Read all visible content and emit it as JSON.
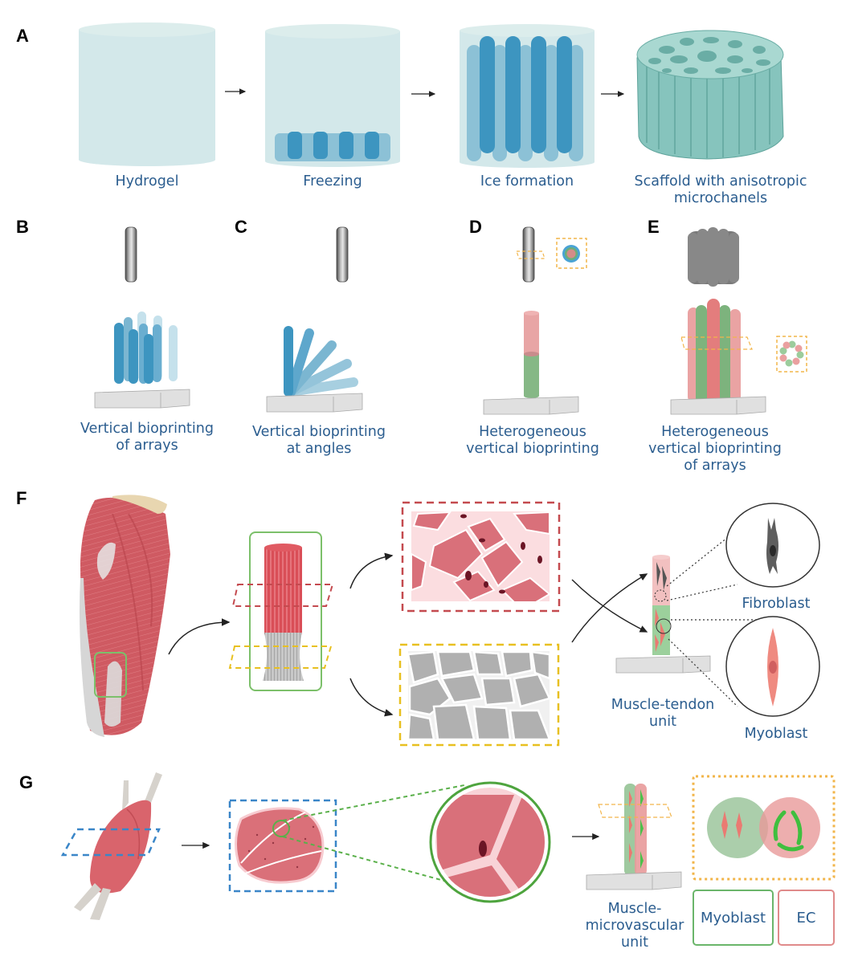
{
  "panels": {
    "A": {
      "letter": "A",
      "steps": [
        {
          "label": "Hydrogel"
        },
        {
          "label": "Freezing"
        },
        {
          "label": "Ice formation"
        },
        {
          "label_lines": [
            "Scaffold with anisotropic",
            "microchanels"
          ]
        }
      ]
    },
    "B": {
      "letter": "B",
      "label_lines": [
        "Vertical bioprinting",
        "of arrays"
      ]
    },
    "C": {
      "letter": "C",
      "label_lines": [
        "Vertical bioprinting",
        "at angles"
      ]
    },
    "D": {
      "letter": "D",
      "label_lines": [
        "Heterogeneous",
        "vertical bioprinting"
      ]
    },
    "E": {
      "letter": "E",
      "label_lines": [
        "Heterogeneous",
        "vertical bioprinting",
        "of arrays"
      ]
    },
    "F": {
      "letter": "F",
      "unit_label_lines": [
        "Muscle-tendon",
        "unit"
      ],
      "cell_top": "Fibroblast",
      "cell_bottom": "Myoblast"
    },
    "G": {
      "letter": "G",
      "unit_label_lines": [
        "Muscle-",
        "microvascular",
        "unit"
      ],
      "legend": [
        {
          "label": "Myoblast",
          "color": "#6ab56a"
        },
        {
          "label": "EC",
          "color": "#e08a8a"
        }
      ]
    }
  },
  "colors": {
    "caption_text": "#2b5d8f",
    "hydrogel": "#d3e8ea",
    "ice_dark": "#3d95c0",
    "ice_light": "#8cc1d6",
    "scaffold": "#86c4bd",
    "muscle": "#d9646c",
    "tendon": "#c9c9c9",
    "green_box": "#7cc06a",
    "red_dash": "#c44a4f",
    "yellow_dash": "#e8c020",
    "orange_dash": "#f2b54a",
    "blue_dash": "#3a86c8"
  }
}
